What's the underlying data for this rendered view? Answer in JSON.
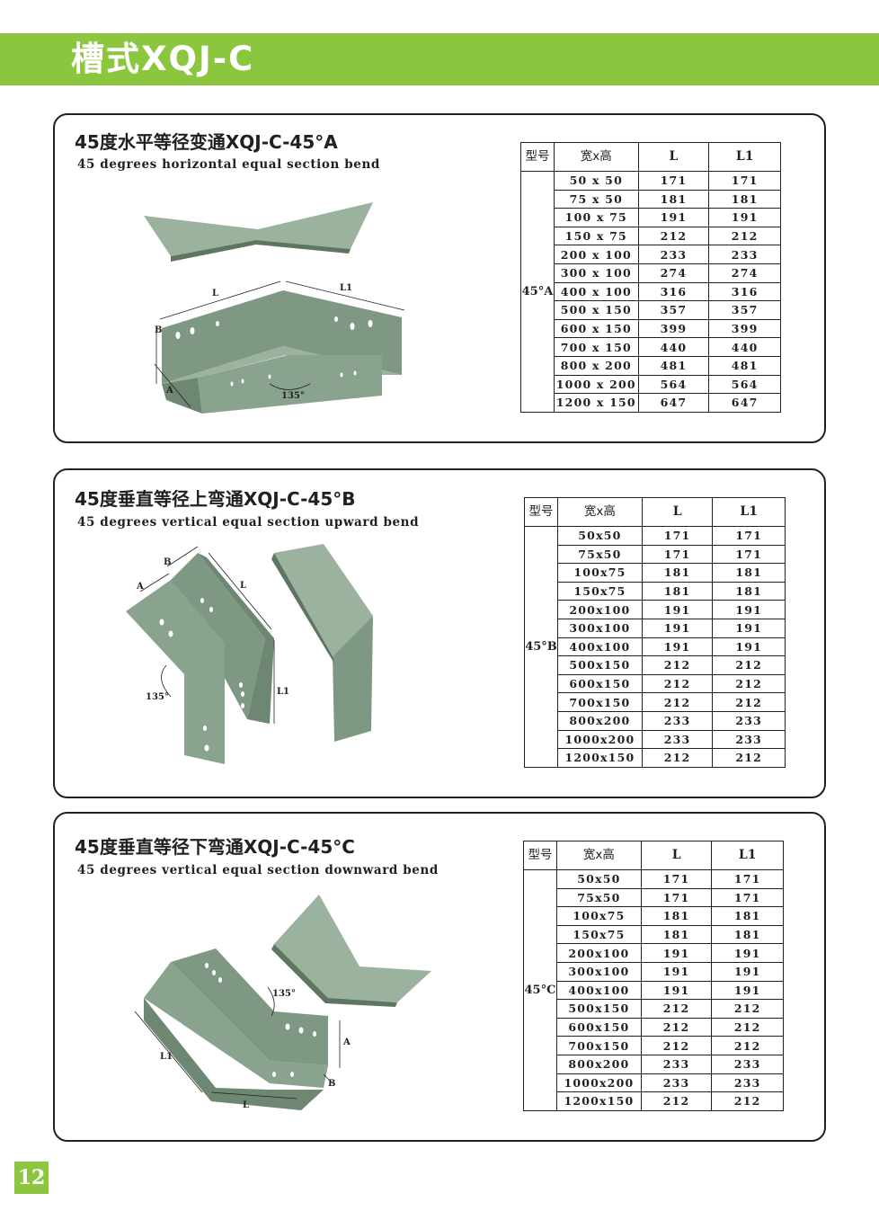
{
  "header": {
    "title": "槽式XQJ-C"
  },
  "page_number": "12",
  "table_header": {
    "type": "型号",
    "size": "宽x高",
    "l": "L",
    "l1": "L1"
  },
  "sections": [
    {
      "title": "45度水平等径变通XQJ-C-45°A",
      "subtitle": "45 degrees horizontal equal section bend",
      "type_label": "45°A",
      "labels": {
        "L": "L",
        "L1": "L1",
        "B": "B",
        "A": "A",
        "angle": "135°"
      },
      "rows": [
        [
          "50 x 50",
          "171",
          "171"
        ],
        [
          "75 x 50",
          "181",
          "181"
        ],
        [
          "100 x 75",
          "191",
          "191"
        ],
        [
          "150 x 75",
          "212",
          "212"
        ],
        [
          "200 x 100",
          "233",
          "233"
        ],
        [
          "300 x 100",
          "274",
          "274"
        ],
        [
          "400 x 100",
          "316",
          "316"
        ],
        [
          "500 x 150",
          "357",
          "357"
        ],
        [
          "600 x 150",
          "399",
          "399"
        ],
        [
          "700 x 150",
          "440",
          "440"
        ],
        [
          "800 x 200",
          "481",
          "481"
        ],
        [
          "1000 x 200",
          "564",
          "564"
        ],
        [
          "1200 x 150",
          "647",
          "647"
        ]
      ]
    },
    {
      "title": "45度垂直等径上弯通XQJ-C-45°B",
      "subtitle": "45 degrees vertical equal section upward bend",
      "type_label": "45°B",
      "labels": {
        "B": "B",
        "A": "A",
        "L": "L",
        "L1": "L1",
        "angle": "135°"
      },
      "rows": [
        [
          "50x50",
          "171",
          "171"
        ],
        [
          "75x50",
          "171",
          "171"
        ],
        [
          "100x75",
          "181",
          "181"
        ],
        [
          "150x75",
          "181",
          "181"
        ],
        [
          "200x100",
          "191",
          "191"
        ],
        [
          "300x100",
          "191",
          "191"
        ],
        [
          "400x100",
          "191",
          "191"
        ],
        [
          "500x150",
          "212",
          "212"
        ],
        [
          "600x150",
          "212",
          "212"
        ],
        [
          "700x150",
          "212",
          "212"
        ],
        [
          "800x200",
          "233",
          "233"
        ],
        [
          "1000x200",
          "233",
          "233"
        ],
        [
          "1200x150",
          "212",
          "212"
        ]
      ]
    },
    {
      "title": "45度垂直等径下弯通XQJ-C-45°C",
      "subtitle": "45 degrees vertical equal section downward bend",
      "type_label": "45°C",
      "labels": {
        "angle": "135°",
        "A": "A",
        "L1": "L1",
        "B": "B",
        "L": "L"
      },
      "rows": [
        [
          "50x50",
          "171",
          "171"
        ],
        [
          "75x50",
          "171",
          "171"
        ],
        [
          "100x75",
          "181",
          "181"
        ],
        [
          "150x75",
          "181",
          "181"
        ],
        [
          "200x100",
          "191",
          "191"
        ],
        [
          "300x100",
          "191",
          "191"
        ],
        [
          "400x100",
          "191",
          "191"
        ],
        [
          "500x150",
          "212",
          "212"
        ],
        [
          "600x150",
          "212",
          "212"
        ],
        [
          "700x150",
          "212",
          "212"
        ],
        [
          "800x200",
          "233",
          "233"
        ],
        [
          "1000x200",
          "233",
          "233"
        ],
        [
          "1200x150",
          "212",
          "212"
        ]
      ]
    }
  ],
  "colors": {
    "accent": "#8cc63f",
    "tray_light": "#9bb39e",
    "tray_mid": "#7f9883",
    "tray_dark": "#5d7561"
  }
}
